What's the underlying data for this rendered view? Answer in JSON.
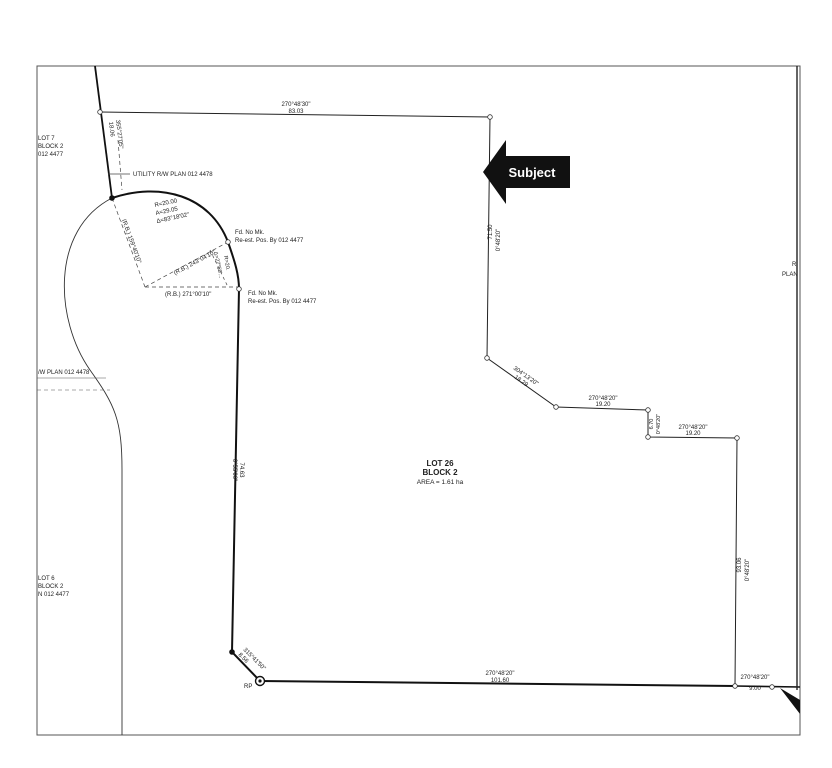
{
  "lot": {
    "label": "LOT 26",
    "block": "BLOCK 2",
    "area": "AREA = 1.61 ha"
  },
  "subject_label": "Subject",
  "neighbors": {
    "lot7": [
      "LOT 7",
      "BLOCK 2",
      "012 4477"
    ],
    "lot6": [
      "LOT 6",
      "BLOCK 2",
      "N 012 4477"
    ],
    "rw_plan_left": "/W PLAN 012 4478",
    "right_partial": [
      "R",
      "PLAN"
    ]
  },
  "utility_label": "UTILITY R/W PLAN 012 4478",
  "curve": {
    "radius": "R=20.00",
    "arc": "A=29.05",
    "delta": "Δ=83°18'02\""
  },
  "rb_labels": {
    "a": "(R.B.) 159°40'10\"",
    "b": "(R.B.) 243°04'10\"",
    "c": "(R.B.) 271°00'10\""
  },
  "small_curve": {
    "r": "R=20.",
    "delta": "Δ=27°58'..."
  },
  "monuments": {
    "m1": [
      "Fd. No Mk.",
      "Re-est. Pos. By 012 4477"
    ],
    "m2": [
      "Fd. No Mk.",
      "Re-est. Pos. By 012 4477"
    ]
  },
  "bearings": {
    "top": [
      "270°48'30\"",
      "83.03"
    ],
    "west_top": [
      "355°27'05\"",
      "18.06"
    ],
    "subject_east": [
      "71.50",
      "0°48'20\""
    ],
    "diag": [
      "304°13'20\"",
      "18.29"
    ],
    "step1": [
      "270°48'20\"",
      "19.20"
    ],
    "step_v": [
      "6.70",
      "0°48'20\""
    ],
    "step2": [
      "270°48'20\"",
      "19.20"
    ],
    "east": [
      "93.06",
      "0°48'20\""
    ],
    "west": [
      "74.63",
      "0°55'00\""
    ],
    "sw": [
      "315°41'50\"",
      "8.56"
    ],
    "bottom": [
      "270°48'20\"",
      "101.60"
    ],
    "bottom_right": [
      "270°48'20\"",
      "9.00"
    ]
  },
  "rp_label": "RP"
}
